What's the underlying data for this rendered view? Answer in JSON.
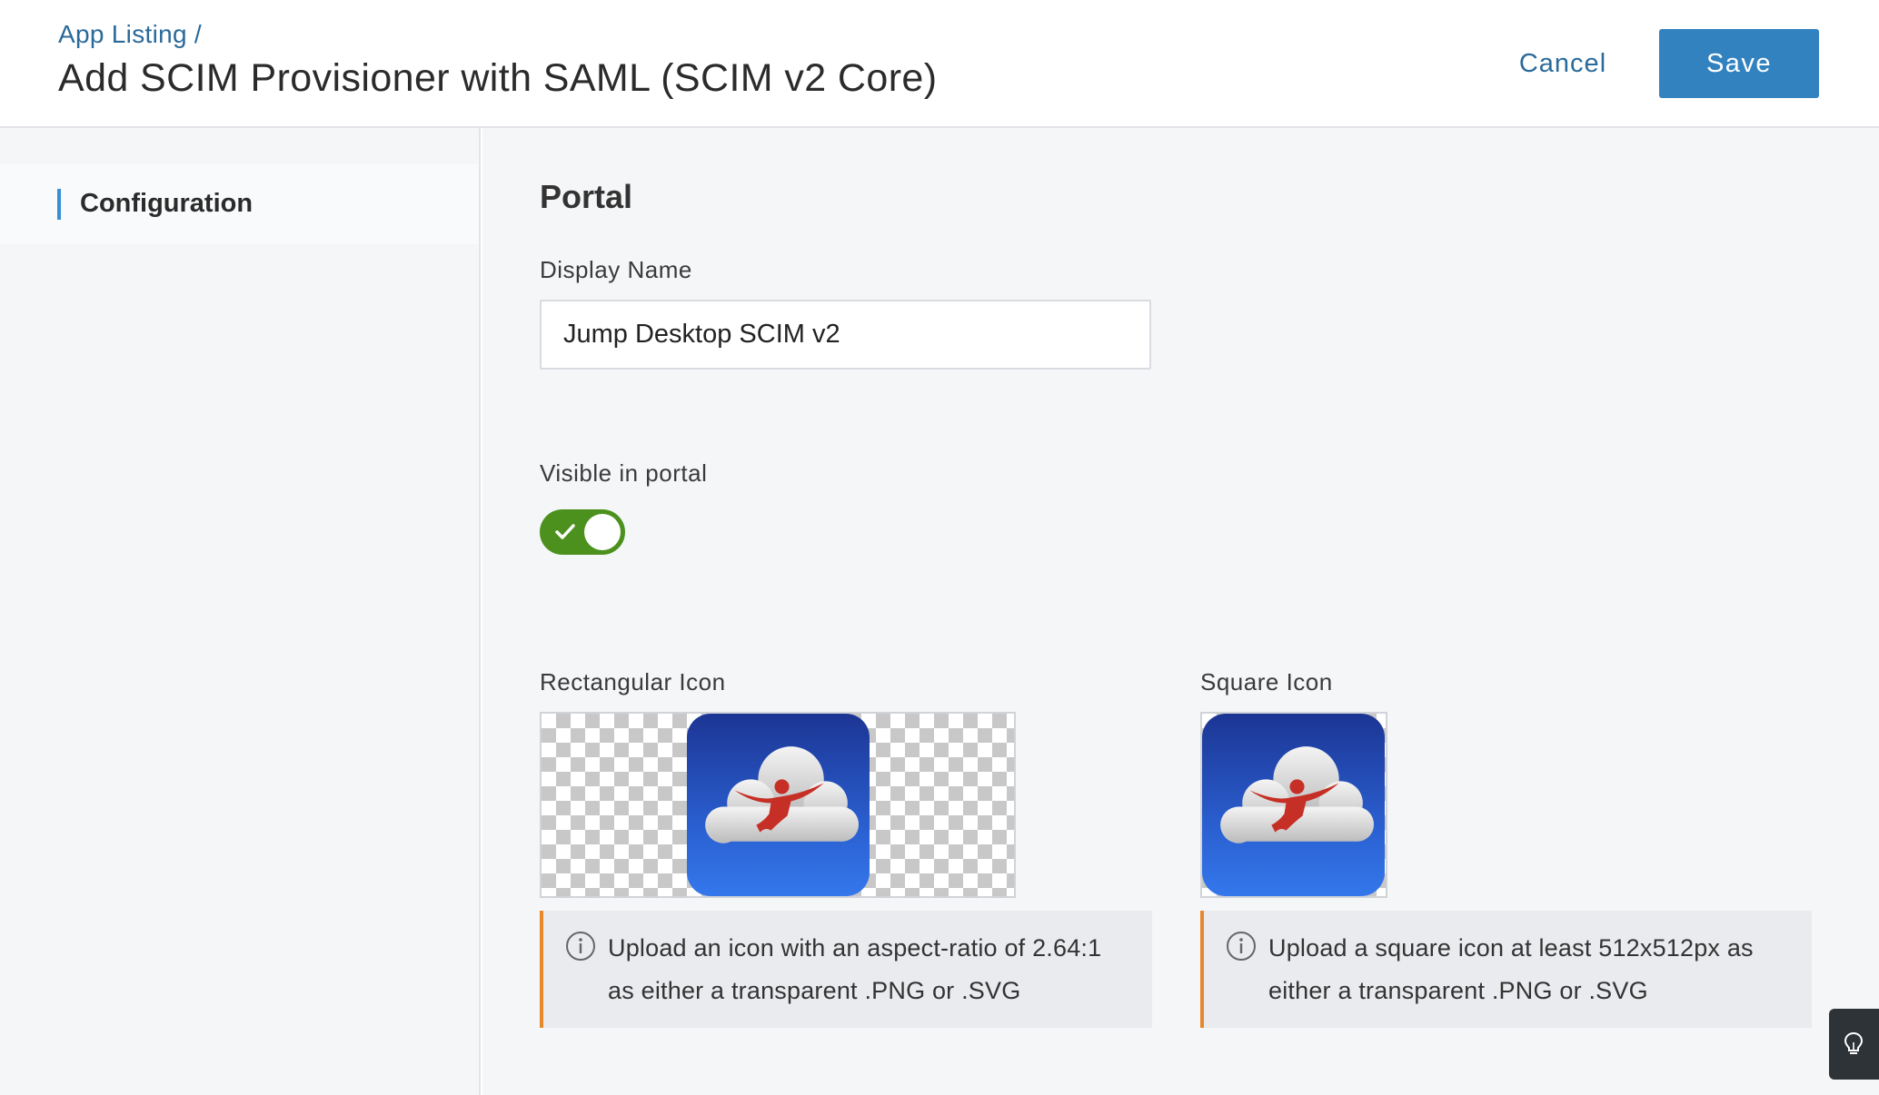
{
  "header": {
    "breadcrumb": "App Listing /",
    "title": "Add SCIM Provisioner with SAML (SCIM v2 Core)",
    "cancel_label": "Cancel",
    "save_label": "Save"
  },
  "sidebar": {
    "items": [
      {
        "label": "Configuration",
        "active": true
      }
    ]
  },
  "portal": {
    "section_title": "Portal",
    "display_name": {
      "label": "Display Name",
      "value": "Jump Desktop SCIM v2"
    },
    "visible_in_portal": {
      "label": "Visible in portal",
      "enabled": true
    },
    "rectangular_icon": {
      "label": "Rectangular Icon",
      "note": "Upload an icon with an aspect-ratio of 2.64:1 as either a transparent .PNG or .SVG"
    },
    "square_icon": {
      "label": "Square Icon",
      "note": "Upload a square icon at least 512x512px as either a transparent .PNG or .SVG"
    }
  },
  "colors": {
    "accent": "#3282c0",
    "toggle_on": "#4c911d",
    "note_border": "#e8882c",
    "link": "#2a6a9b"
  },
  "icons": [
    "info-icon",
    "checkmark-icon",
    "lightbulb-icon",
    "jump-desktop-logo"
  ]
}
